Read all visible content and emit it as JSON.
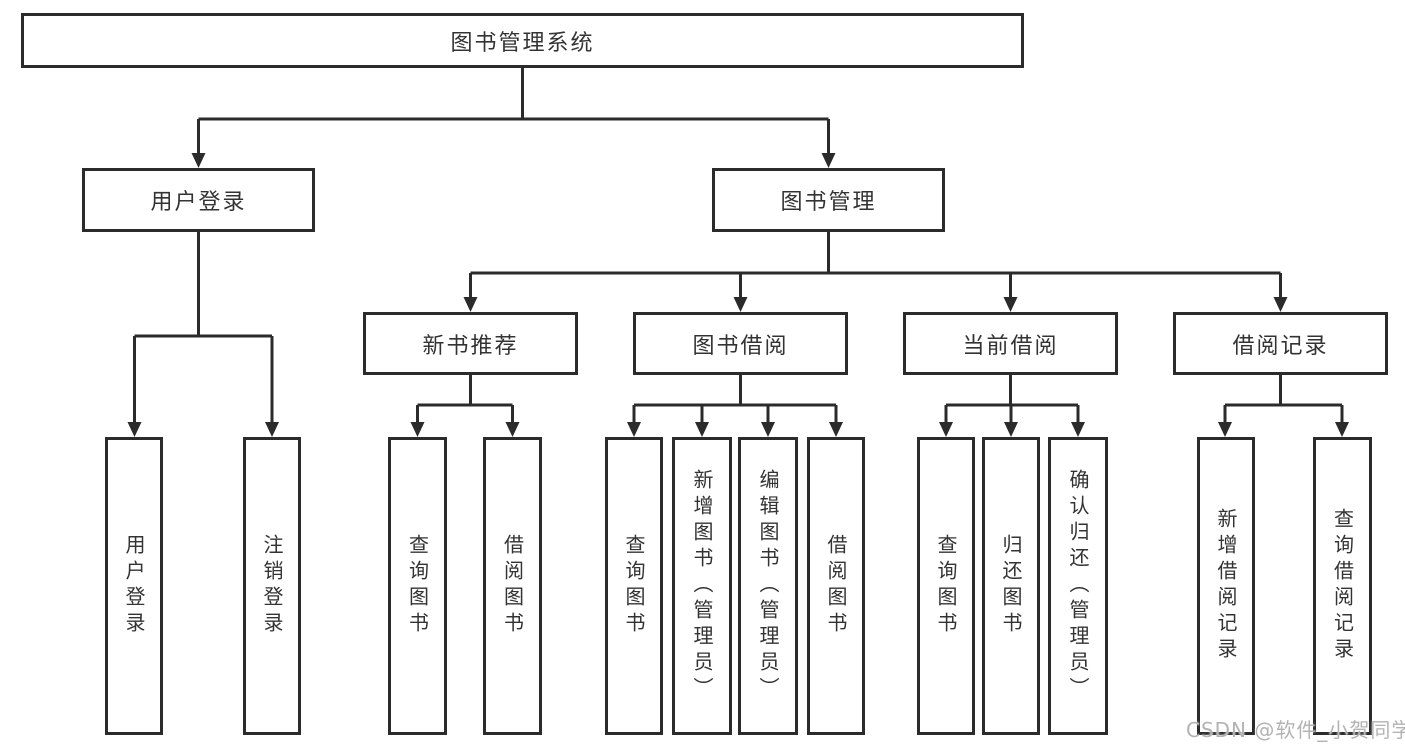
{
  "diagram_title": "图书管理系统",
  "tree": {
    "root": {
      "label": "图书管理系统"
    },
    "level2": [
      {
        "label": "用户登录"
      },
      {
        "label": "图书管理"
      }
    ],
    "level3": [
      {
        "label": "新书推荐"
      },
      {
        "label": "图书借阅"
      },
      {
        "label": "当前借阅"
      },
      {
        "label": "借阅记录"
      }
    ],
    "leaves": [
      {
        "label": "用户登录"
      },
      {
        "label": "注销登录"
      },
      {
        "label": "查询图书"
      },
      {
        "label": "借阅图书"
      },
      {
        "label": "查询图书"
      },
      {
        "label": "新增图书（管理员）"
      },
      {
        "label": "编辑图书（管理员）"
      },
      {
        "label": "借阅图书"
      },
      {
        "label": "查询图书"
      },
      {
        "label": "归还图书"
      },
      {
        "label": "确认归还（管理员）"
      },
      {
        "label": "新增借阅记录"
      },
      {
        "label": "查询借阅记录"
      }
    ]
  },
  "watermark": {
    "text": "CSDN @软件_小贺同学"
  },
  "colors": {
    "line": "#2b2b2b",
    "text": "#333333",
    "background": "#ffffff",
    "watermark": "#b3b3b3"
  }
}
